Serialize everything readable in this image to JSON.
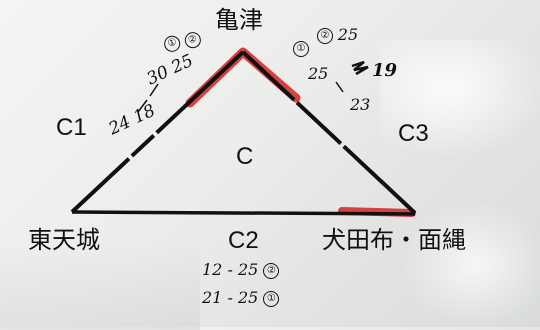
{
  "nodes": {
    "top": "亀津",
    "bottom_left": "東天城",
    "bottom_right": "犬田布・面縄"
  },
  "edges": {
    "left": "C1",
    "bottom": "C2",
    "right": "C3",
    "center": "C"
  },
  "notes": {
    "left_marks": [
      "①",
      "②"
    ],
    "left_line1": "30 25",
    "left_line2": "24 18",
    "top_right_mark": "②",
    "top_right_val": "25",
    "right_mark": "①",
    "right_line1": "25",
    "right_line2": "23",
    "right_scratch": "19",
    "bottom_line1": "12 - 25",
    "bottom_mark1": "②",
    "bottom_line2": "21 - 25",
    "bottom_mark2": "①"
  },
  "colors": {
    "ink": "#111111",
    "highlight": "#d2302f",
    "background": "#eeeeec"
  }
}
